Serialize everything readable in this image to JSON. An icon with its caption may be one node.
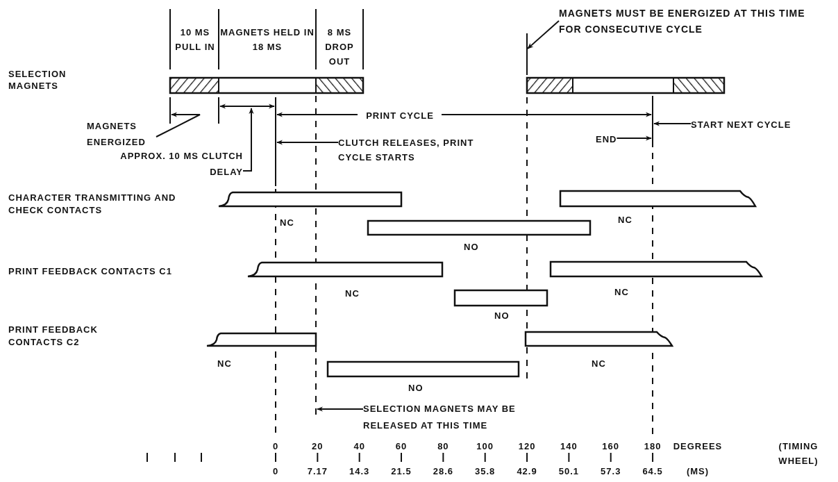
{
  "diagram": {
    "nodes": [
      {
        "text": [
          "MAGNETS MUST BE ENERGIZED AT THIS TIME FOR CONSECUTIVE CYCLE"
        ]
      },
      {
        "text": [
          "MAGNETS ENERGIZED"
        ]
      },
      {
        "text": [
          "APPROX. 10 MS CLUTCH DELAY"
        ]
      },
      {
        "text": [
          "CLUTCH RELEASES, PRINT CYCLE STARTS"
        ]
      },
      {
        "text": [
          "END"
        ]
      },
      {
        "text": [
          "START NEXT CYCLE"
        ]
      },
      {
        "text": [
          "SELECTION MAGNETS MAY BE RELEASED AT THIS TIME"
        ]
      }
    ],
    "edges": [
      {
        "from": 0,
        "to": null,
        "arrow": "to"
      },
      {
        "from": 1,
        "to": null,
        "arrow": "to"
      },
      {
        "from": 2,
        "to": null,
        "arrow": "to"
      },
      {
        "from": 3,
        "to": null,
        "arrow": "to"
      },
      {
        "from": 4,
        "to": null,
        "arrow": "to"
      },
      {
        "from": 5,
        "to": null,
        "arrow": "to"
      },
      {
        "from": 6,
        "to": null,
        "arrow": "to"
      }
    ],
    "labels": [
      "SELECTION MAGNETS",
      "10 MS PULL IN",
      "MAGNETS HELD IN 18 MS",
      "8 MS DROP OUT",
      "PRINT CYCLE",
      "CHARACTER TRANSMITTING AND CHECK CONTACTS",
      "NC",
      "NC",
      "NO",
      "PRINT FEEDBACK CONTACTS C1",
      "NC",
      "NC",
      "NO",
      "PRINT FEEDBACK CONTACTS C2",
      "NC",
      "NC",
      "NO",
      "0",
      "20",
      "40",
      "60",
      "80",
      "100",
      "120",
      "140",
      "160",
      "180",
      "DEGREES",
      "(TIMING WHEEL)",
      "0",
      "7.17",
      "14.3",
      "21.5",
      "28.6",
      "35.8",
      "42.9",
      "50.1",
      "57.3",
      "64.5",
      "(MS)"
    ]
  }
}
